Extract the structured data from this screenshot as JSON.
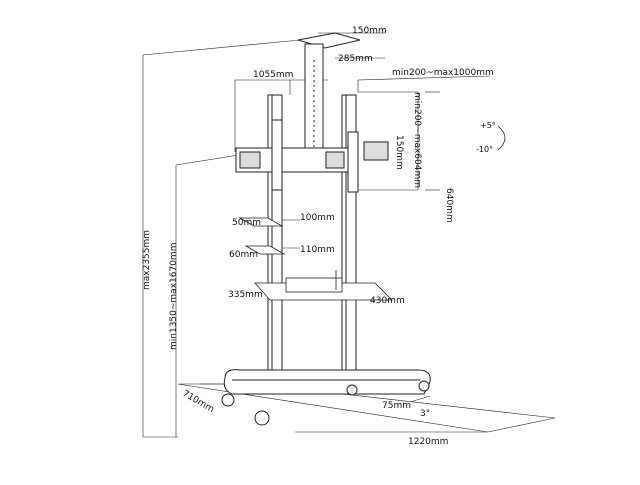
{
  "diagram": {
    "dimensions": {
      "plate_width": "150mm",
      "plate_depth": "285mm",
      "bracket_width": "1055mm",
      "bracket_spread": "min200~max1000mm",
      "bracket_height": "640mm",
      "vesa_vertical": "min200~max604mm",
      "column_offset": "150mm",
      "total_height": "max2355mm",
      "mount_height": "min1350~max1670mm",
      "tray1_depth": "50mm",
      "tray1_width": "100mm",
      "tray2_depth": "60mm",
      "tray2_width": "110mm",
      "shelf_depth": "335mm",
      "shelf_width": "430mm",
      "base_depth": "710mm",
      "base_width": "1220mm",
      "caster_size": "75mm",
      "caster_angle": "3°"
    },
    "tilt": {
      "up": "+5°",
      "down": "-10°"
    }
  }
}
